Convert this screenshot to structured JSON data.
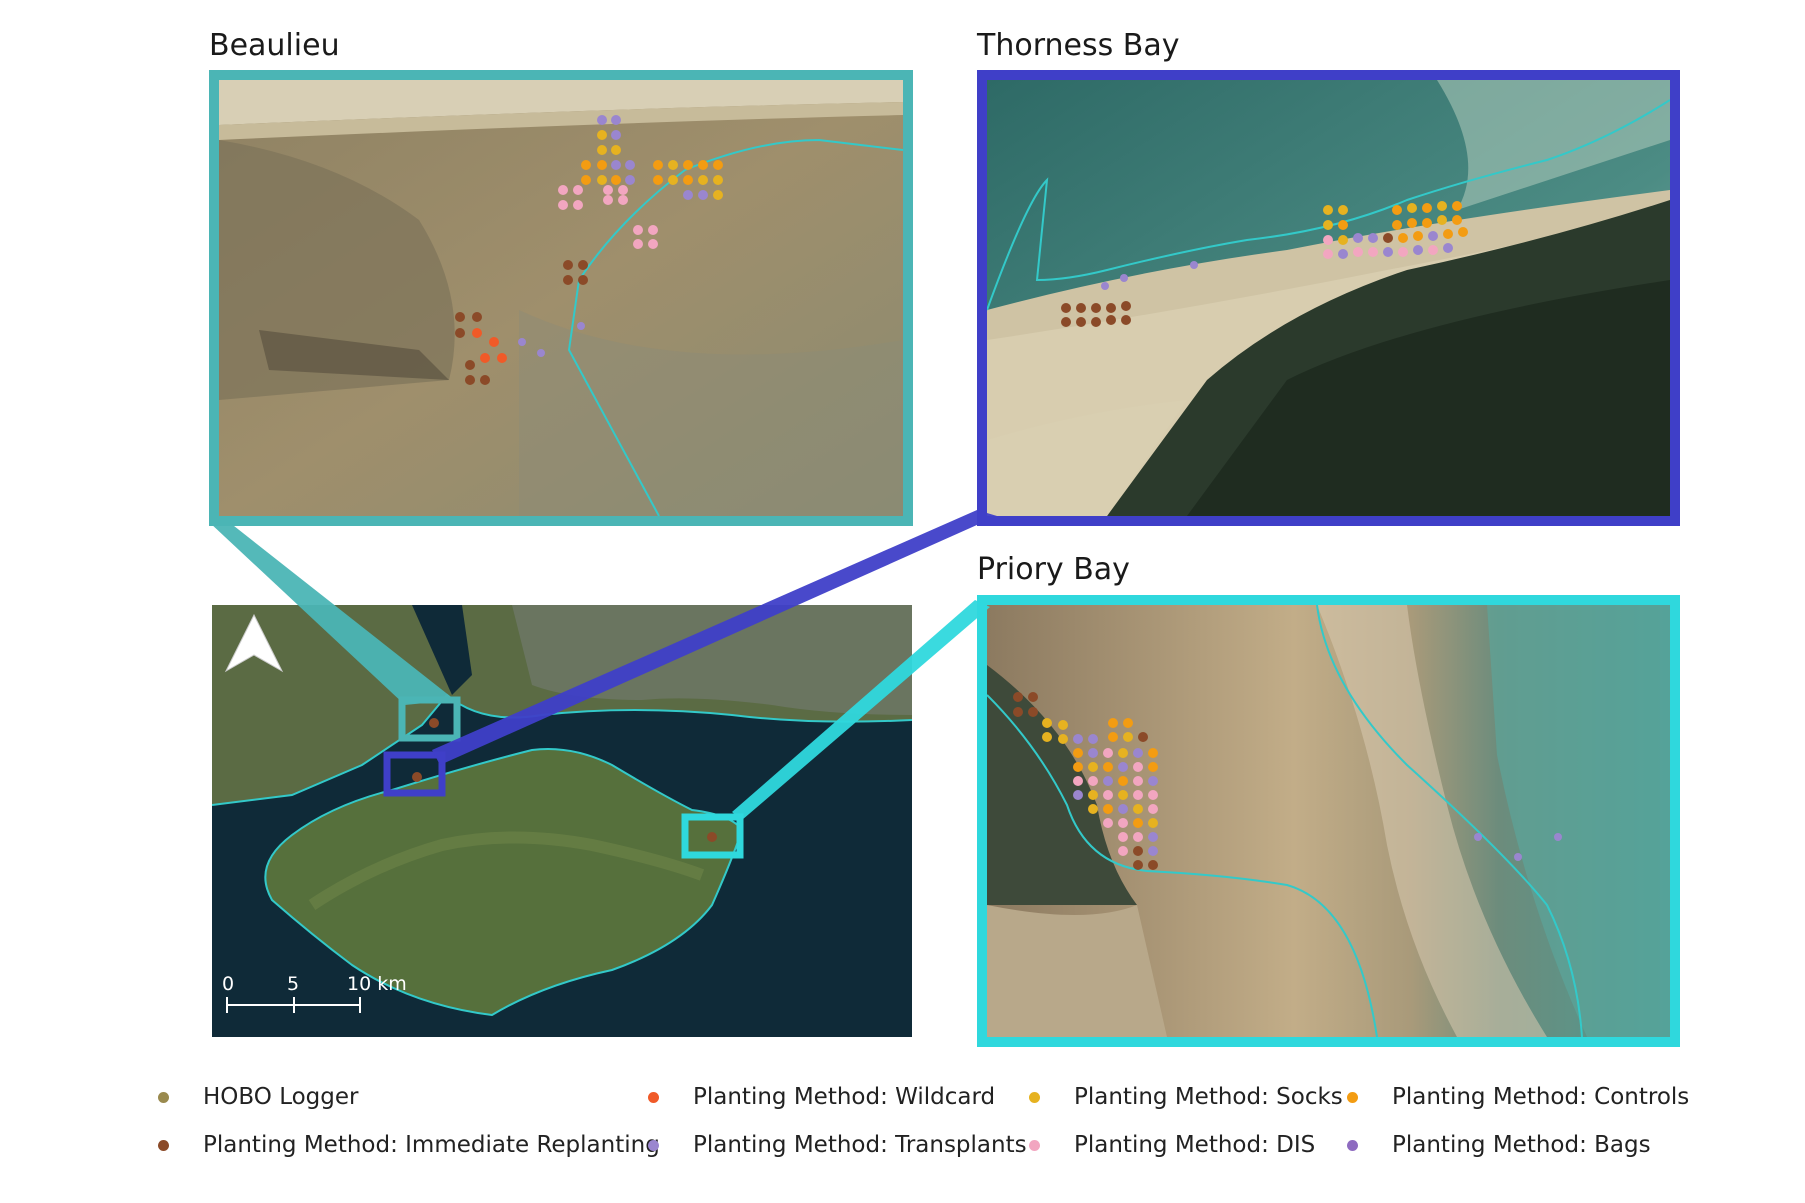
{
  "map": {
    "titles": {
      "beaulieu": "Beaulieu",
      "thorness": "Thorness Bay",
      "priory": "Priory Bay"
    },
    "frame_colors": {
      "beaulieu": "#4bb5b5",
      "thorness": "#3f3fc8",
      "priory": "#2fd8dd"
    },
    "north_arrow": "north-arrow-icon",
    "scale_bar": {
      "labels": [
        "0",
        "5",
        "10 km"
      ]
    }
  },
  "legend": {
    "items": [
      {
        "label": "HOBO Logger",
        "color": "#9a8a4e"
      },
      {
        "label": "Planting Method: Wildcard",
        "color": "#f05a28"
      },
      {
        "label": "Planting Method: Socks",
        "color": "#e6b220"
      },
      {
        "label": "Planting Method: Controls",
        "color": "#f39c12"
      },
      {
        "label": "Planting Method: Immediate Replanting",
        "color": "#8b4a28"
      },
      {
        "label": "Planting Method: Transplants",
        "color": "#9a86cf"
      },
      {
        "label": "Planting Method: DIS",
        "color": "#f2a6c0"
      },
      {
        "label": "Planting Method: Bags",
        "color": "#8e6bc0"
      }
    ]
  }
}
